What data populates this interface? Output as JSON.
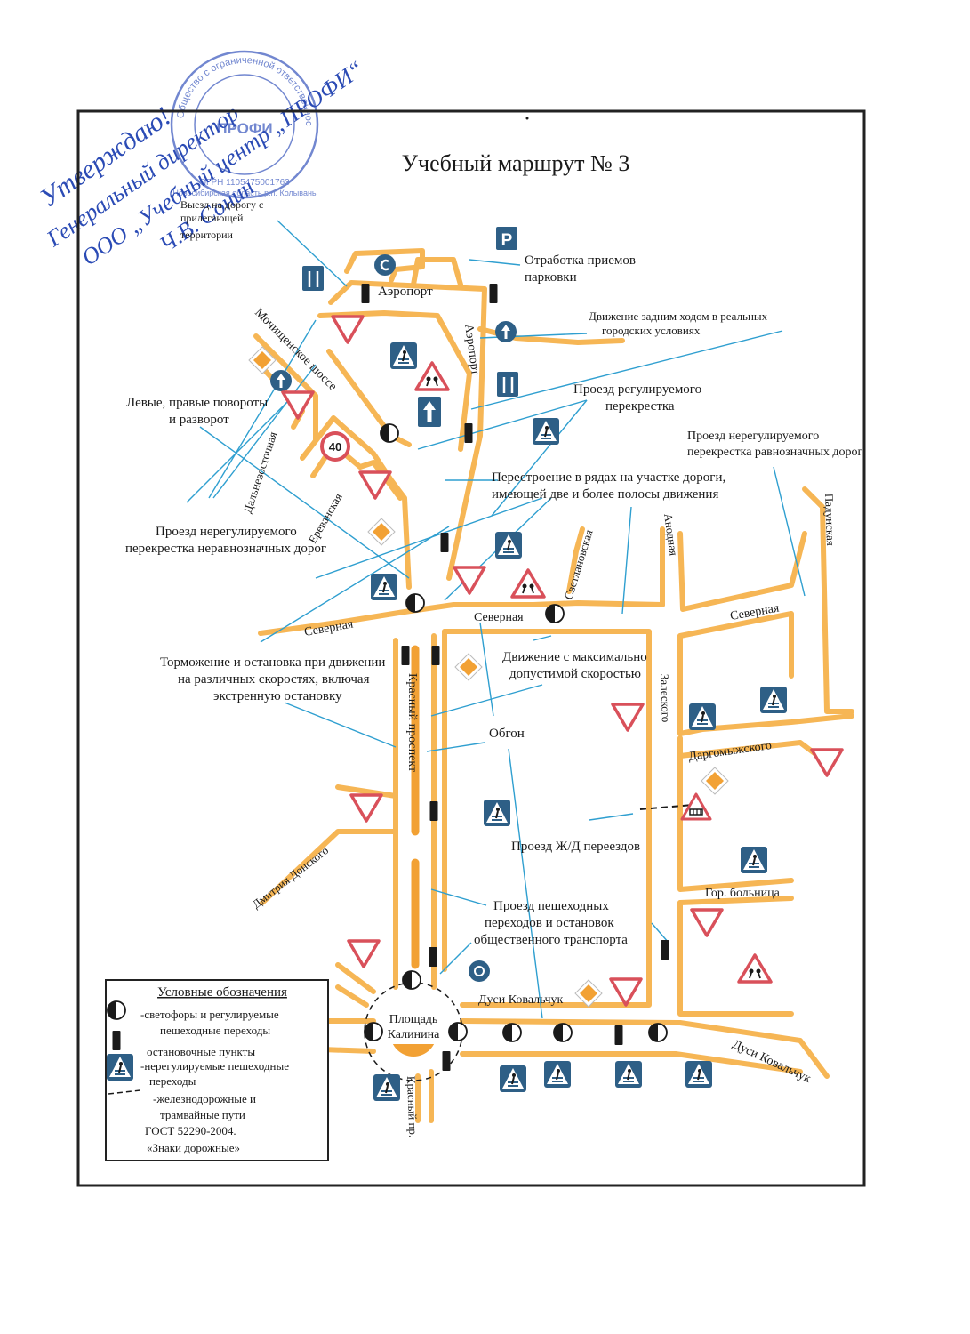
{
  "title": "Учебный маршрут № 3",
  "handwriting": {
    "lines": [
      "Утверждаю!",
      "Генеральный директор",
      "ООО „Учебный центр „ПРОФИ“",
      "Ч.В. Сонин"
    ]
  },
  "stamp": {
    "ring_text": "Общество с ограниченной ответственностью Учебный центр ПРОФИ",
    "center": "ПРОФИ",
    "ogrn": "ОГРН 1105475001763",
    "region": "Новосибирская область р.п. Колывань"
  },
  "streets": {
    "aeroport_top": "Аэропорт",
    "aeroport_vertical": "Аэропорт",
    "mochishchenskoe": "Мочищенское шоссе",
    "dalnevostochnaya": "Дальневосточная",
    "erevanskaya": "Ереванская",
    "svetlanovskaya": "Светлановская",
    "anodnaya": "Анодная",
    "padunskaya": "Падунская",
    "severnaya_left": "Северная",
    "severnaya_mid": "Северная",
    "severnaya_right": "Северная",
    "krasny_prospekt": "Красный проспект",
    "zaleskogo": "Залеского",
    "dargomyzhskogo": "Даргомыжского",
    "dmitriya_donskogo": "Дмитрия Донского",
    "gor_bolnitsa": "Гор. больница",
    "dusi_kovalchuk_mid": "Дуси Ковальчук",
    "dusi_kovalchuk_right": "Дуси Ковальчук",
    "krasny_pr": "Красный пр.",
    "ploshchad_1": "Площадь",
    "ploshchad_2": "Калинина"
  },
  "annotations": {
    "vyezd": [
      "Выезд на дорогу с",
      "прилегающей",
      "территории"
    ],
    "parking": [
      "Отработка приемов",
      "парковки"
    ],
    "reverse": [
      "Движение задним ходом в реальных",
      "городских условиях"
    ],
    "regulated": [
      "Проезд регулируемого",
      "перекрестка"
    ],
    "turns": [
      "Левые, правые повороты",
      "и разворот"
    ],
    "equal": [
      "Проезд нерегулируемого",
      "перекрестка равнозначных дорог"
    ],
    "lanes": [
      "Перестроение в рядах на участке дороги,",
      "имеющей две и более полосы движения"
    ],
    "unequal": [
      "Проезд нерегулируемого",
      "перекрестка неравнозначных дорог"
    ],
    "braking": [
      "Торможение и остановка при движении",
      "на различных скоростях, включая",
      "экстренную остановку"
    ],
    "maxspeed": [
      "Движение с максимально",
      "допустимой скоростью"
    ],
    "overtake": [
      "Обгон"
    ],
    "railway": [
      "Проезд Ж/Д переездов"
    ],
    "pedestrian": [
      "Проезд пешеходных",
      "переходов и остановок",
      "общественного транспорта"
    ]
  },
  "signs": {
    "speed_limit": "40",
    "parking_letter": "P"
  },
  "legend": {
    "title": "Условные обозначения",
    "items": [
      "-светофоры и регулируемые",
      "пешеходные переходы",
      "остановочные пункты",
      "-нерегулируемые пешеходные",
      "переходы",
      "-железнодорожные и",
      "трамвайные пути",
      "ГОСТ 52290-2004.",
      "«Знаки дорожные»"
    ]
  },
  "colors": {
    "road": "#f6b655",
    "sign_blue": "#2e5f86",
    "give_way_red": "#d9505a",
    "priority_orange": "#f2a134",
    "leader_line": "#2f9fd0",
    "frame": "#222222"
  }
}
